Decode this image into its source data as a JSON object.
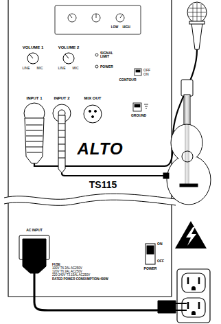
{
  "diagram": {
    "labels": [
      "VOLUME 1",
      "VOLUME 2",
      "LINE",
      "MIC",
      "LINE",
      "MIC",
      "SIGNAL LIMIT",
      "POWER",
      "OFF",
      "ON",
      "CONTOUR",
      "INPUT 1",
      "INPUT 2",
      "MIX OUT",
      "GROUND",
      "ALTO",
      "TS115",
      "AC INPUT",
      "FUSE",
      "100V T6.3AL AC250V",
      "120V T6.3AL AC250V",
      "220-240V T3.15AL AC250V",
      "RATED POWER CONSUMPTION:400W",
      "ON",
      "OFF",
      "POWER",
      "LOW",
      "HIGH"
    ]
  }
}
